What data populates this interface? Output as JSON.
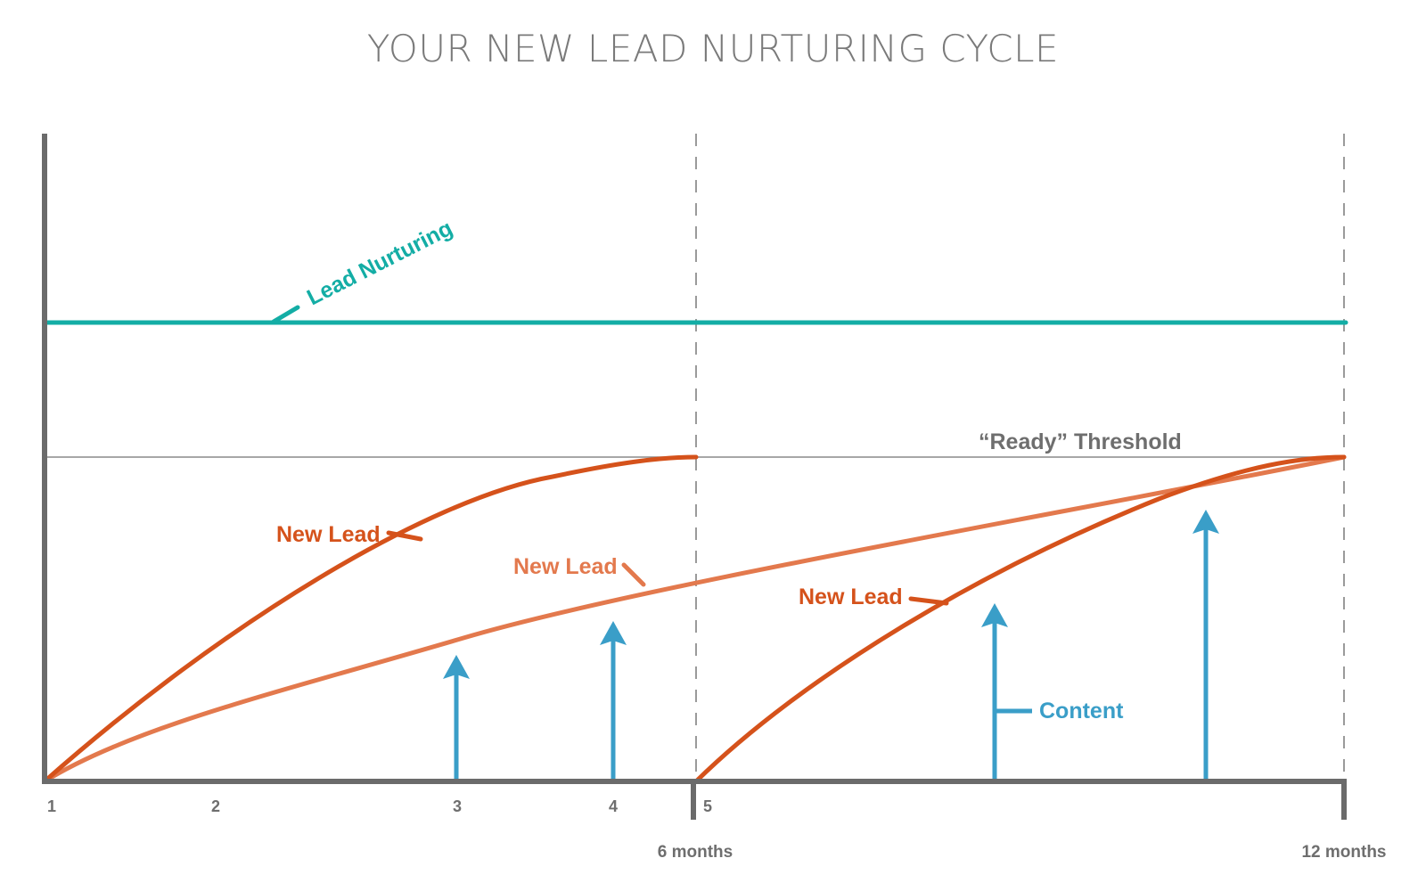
{
  "title": "YOUR NEW LEAD NURTURING CYCLE",
  "colors": {
    "nurturing": "#13ada5",
    "lead_dark": "#d5521b",
    "lead_light": "#e3794d",
    "content": "#3a9ec8",
    "axis": "#6b6b6b",
    "threshold_line": "#8a8a8a",
    "label_gray": "#6e6e6e"
  },
  "labels": {
    "lead_nurturing": "Lead Nurturing",
    "ready_threshold": "“Ready” Threshold",
    "new_lead_1": "New Lead",
    "new_lead_2": "New Lead",
    "new_lead_3": "New Lead",
    "content": "Content"
  },
  "x_axis": {
    "ticks": [
      "1",
      "2",
      "3",
      "4",
      "5"
    ],
    "milestones": [
      "6 months",
      "12 months"
    ]
  }
}
